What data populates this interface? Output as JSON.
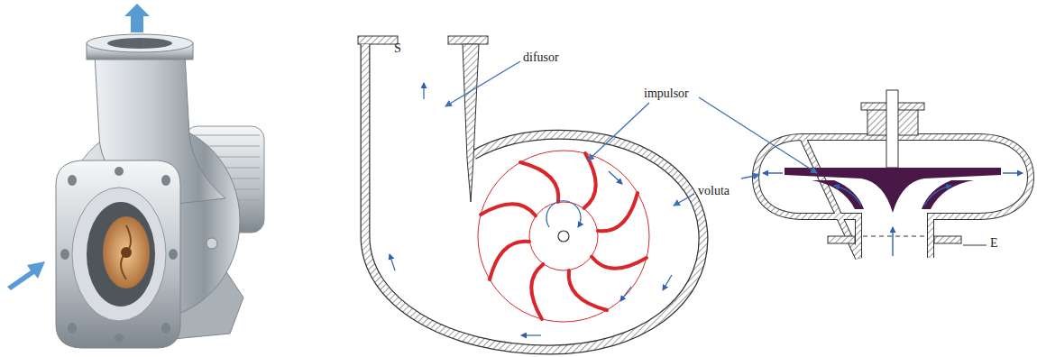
{
  "diagram": {
    "labels": [
      "S",
      "difusor",
      "impulsor",
      "voluta",
      "E"
    ]
  }
}
